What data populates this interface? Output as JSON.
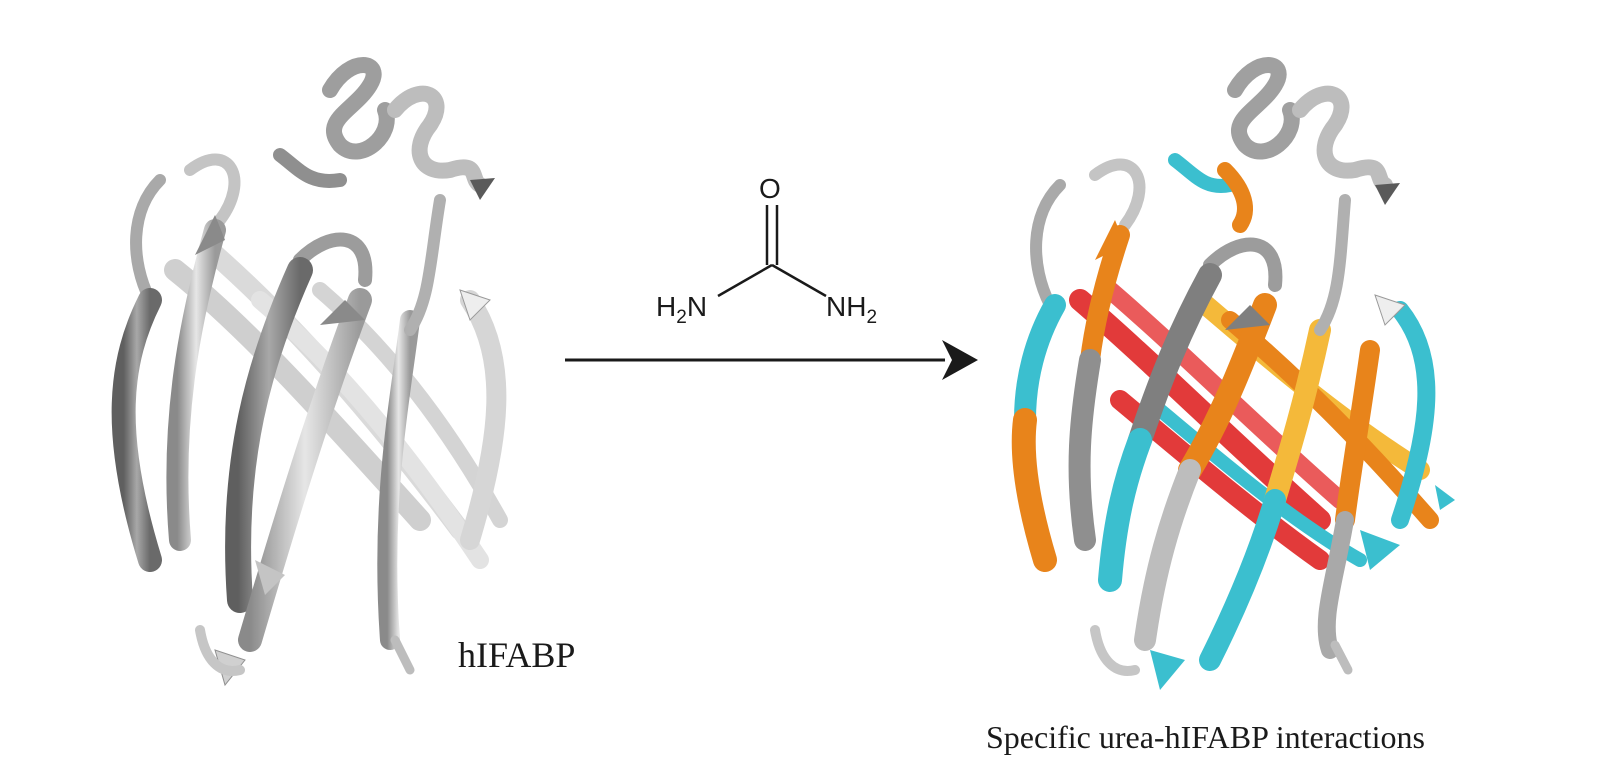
{
  "figure": {
    "left_protein": {
      "label": "hIFABP",
      "colors": {
        "ribbon_light": "#d9d9d9",
        "ribbon_mid": "#b3b3b3",
        "ribbon_dark": "#7f7f7f"
      }
    },
    "reagent": {
      "carbonyl_atom": "O",
      "left_group_h": "H",
      "left_group_sub": "2",
      "left_group_n": "N",
      "right_group_nh": "NH",
      "right_group_sub": "2"
    },
    "right_protein": {
      "label": "Specific urea-hIFABP interactions",
      "colors": {
        "gray": "#bdbdbd",
        "orange": "#e8841b",
        "cyan": "#3bbfcf",
        "red": "#e23a3a",
        "yellow": "#f4b93a"
      }
    },
    "arrow_color": "#1a1a1a"
  }
}
